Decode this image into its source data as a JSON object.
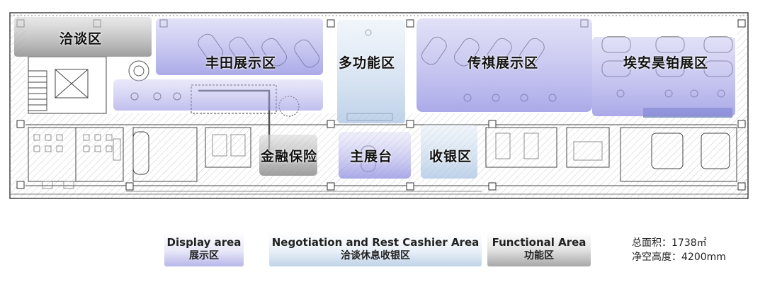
{
  "zones": {
    "negotiation": "洽谈区",
    "toyota_display": "丰田展示区",
    "multifunction": "多功能区",
    "trumpchi_display": "传祺展示区",
    "aion_display": "埃安昊铂展区",
    "finance_insurance": "金融保险",
    "main_stage": "主展台",
    "cashier": "收银区"
  },
  "legend": {
    "display": {
      "en": "Display area",
      "cn": "展示区"
    },
    "negotiation": {
      "en": "Negotiation and Rest Cashier Area",
      "cn": "洽谈休息收银区"
    },
    "functional": {
      "en": "Functional Area",
      "cn": "功能区"
    }
  },
  "stats": {
    "total_area": "总面积：1738㎡",
    "clear_height": "净空高度：4200mm"
  },
  "colors": {
    "display": "#b7b6ea",
    "negotiation": "#c0d3e8",
    "functional": "#a7a7a7"
  }
}
